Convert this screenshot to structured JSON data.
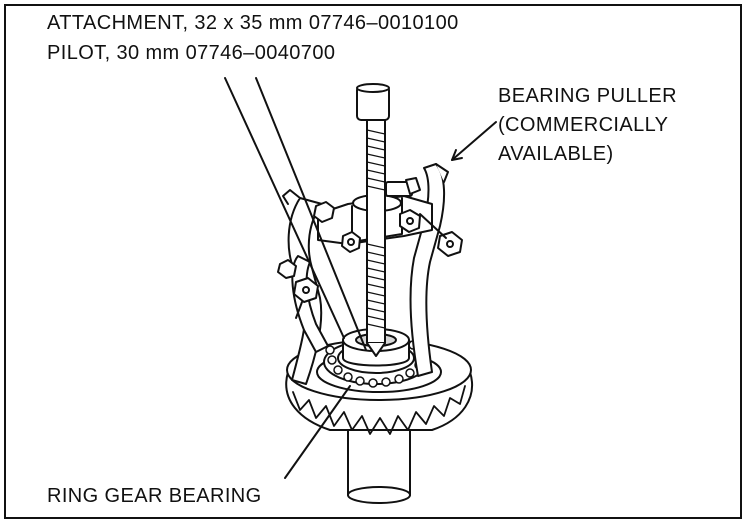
{
  "callouts": {
    "attachment": "ATTACHMENT, 32 x 35 mm 07746–0010100",
    "pilot": "PILOT, 30 mm 07746–0040700",
    "puller_lines": [
      "BEARING PULLER",
      "(COMMERCIALLY",
      "AVAILABLE)"
    ],
    "ring_gear_bearing": "RING GEAR BEARING"
  },
  "colors": {
    "ink": "#111111",
    "paper": "#ffffff",
    "shade": "#d8d8d8"
  }
}
